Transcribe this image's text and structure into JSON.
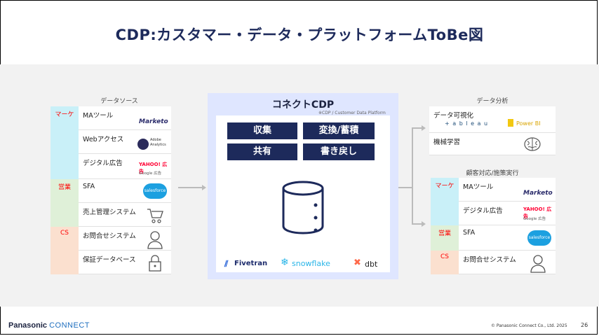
{
  "title": "CDP:カスタマー・データ・プラットフォームToBe図",
  "left": {
    "section_title": "データソース",
    "categories": [
      "マーケ",
      "営業",
      "CS"
    ],
    "rows": [
      {
        "label": "MAツール",
        "logo": "Marketo"
      },
      {
        "label": "Webアクセス",
        "logo": "Adobe Analytics"
      },
      {
        "label": "デジタル広告",
        "logo": "YAHOO! 広告",
        "logo2": "Google 広告"
      },
      {
        "label": "SFA",
        "logo": "salesforce"
      },
      {
        "label": "売上管理システム",
        "logo": "cart-icon"
      },
      {
        "label": "お問合せシステム",
        "logo": "person-icon"
      },
      {
        "label": "保証データベース",
        "logo": "lock-icon"
      }
    ]
  },
  "center": {
    "title": "コネクトCDP",
    "subtitle": "※CDP / Customer Data Platform",
    "functions": [
      "収集",
      "変換/蓄積",
      "共有",
      "書き戻し"
    ],
    "tools": [
      "Fivetran",
      "snowflake",
      "dbt"
    ]
  },
  "right_top": {
    "section_title": "データ分析",
    "rows": [
      {
        "label": "データ可視化",
        "logo": "+ a b l e a u",
        "logo2": "Power BI"
      },
      {
        "label": "機械学習",
        "logo": "brain-icon"
      }
    ]
  },
  "right_bottom": {
    "section_title": "顧客対応/施策実行",
    "categories": [
      "マーケ",
      "営業",
      "CS"
    ],
    "rows": [
      {
        "label": "MAツール",
        "logo": "Marketo"
      },
      {
        "label": "デジタル広告",
        "logo": "YAHOO! 広告",
        "logo2": "Google 広告"
      },
      {
        "label": "SFA",
        "logo": "salesforce"
      },
      {
        "label": "お問合せシステム",
        "logo": "person-icon"
      }
    ]
  },
  "footer": {
    "brand": "Panasonic",
    "brand2": "CONNECT",
    "copyright": "© Panasonic Connect Co., Ltd. 2025",
    "page": "26"
  },
  "colors": {
    "navy": "#1d2a5b",
    "cdp_bg": "#dfe6ff",
    "marketing": "#c9f0f8",
    "sales": "#dff0d8",
    "cs": "#fbe0cf",
    "category_text": "#ff0000"
  }
}
